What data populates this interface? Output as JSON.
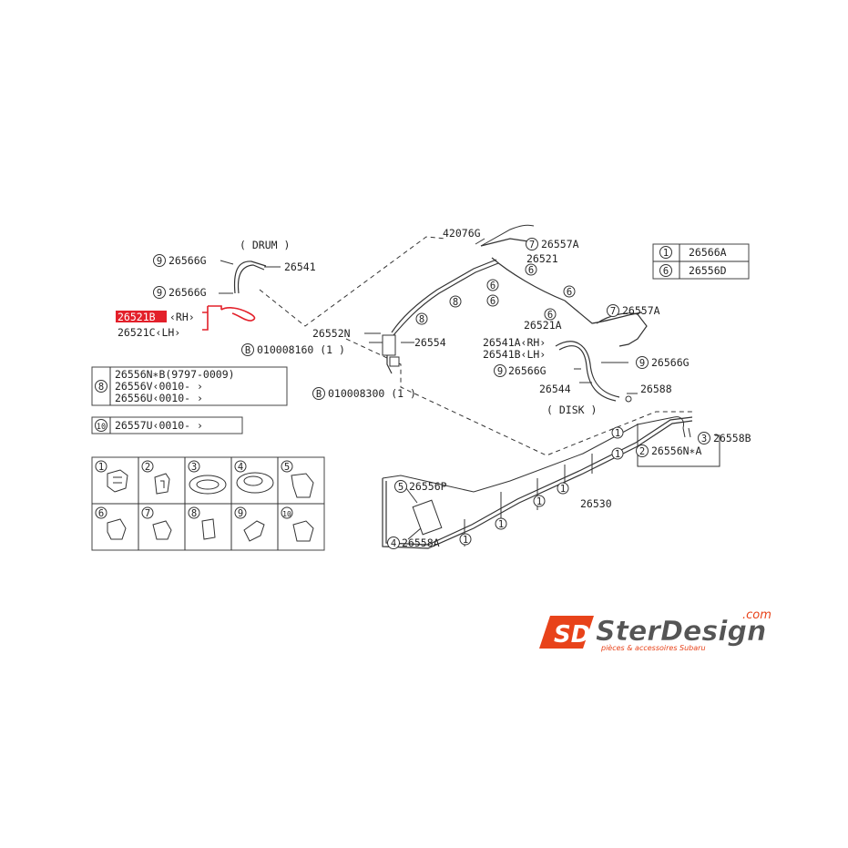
{
  "labels": {
    "drum": "( DRUM )",
    "disk": "( DISK )",
    "p26541": "26541",
    "p42076g": "42076G",
    "p26521": "26521",
    "p26521a": "26521A",
    "p26552n": "26552N",
    "p26554": "26554",
    "p26544": "26544",
    "p26588": "26588",
    "p26530": "26530",
    "p26541a": "26541A‹RH›",
    "p26541b": "26541B‹LH›",
    "p26521b": "26521B",
    "p26521b_side": "‹RH›",
    "p26521c": "26521C‹LH›",
    "bolt1": "010008160 (1 )",
    "bolt2": "010008300 (1  )",
    "c9a": "26566G",
    "c9b": "26566G",
    "c9c": "26566G",
    "c9d": "26566G",
    "c7a": "26557A",
    "c7b": "26557A",
    "c2": "26556N∗A",
    "c3": "26558B",
    "c4": "26558A",
    "c5": "26556P"
  },
  "legend_box": [
    {
      "num": "1",
      "part": "26566A"
    },
    {
      "num": "6",
      "part": "26556D"
    }
  ],
  "note8": {
    "num": "8",
    "lines": [
      "26556N∗B(9797-0009)",
      "26556V‹0010-      ›",
      "26556U‹0010-      ›"
    ]
  },
  "note10": {
    "num": "10",
    "text": "26557U‹0010-       ›"
  },
  "grid_numbers": [
    "1",
    "2",
    "3",
    "4",
    "5",
    "6",
    "7",
    "8",
    "9",
    "10"
  ],
  "callouts": [
    "8",
    "8",
    "6",
    "6",
    "6",
    "6",
    "6",
    "1",
    "1",
    "1",
    "1",
    "1",
    "1"
  ],
  "logo": {
    "mark": "SD",
    "name": "SterDesign",
    "dotcom": ".com",
    "tagline": "pièces & accessoires Subaru",
    "accent": "#e8431a"
  },
  "highlight_color": "#e3202a"
}
